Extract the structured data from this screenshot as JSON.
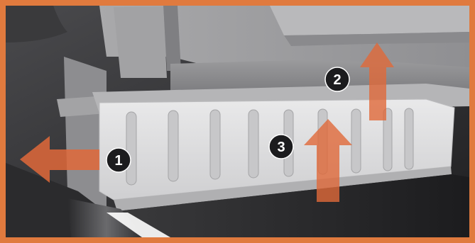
{
  "illustration": {
    "frame_color": "#e07a3e",
    "arrow_color": "#e0693a",
    "badges": [
      {
        "label": "1",
        "description": "step-1"
      },
      {
        "label": "2",
        "description": "step-2"
      },
      {
        "label": "3",
        "description": "step-3"
      }
    ]
  }
}
